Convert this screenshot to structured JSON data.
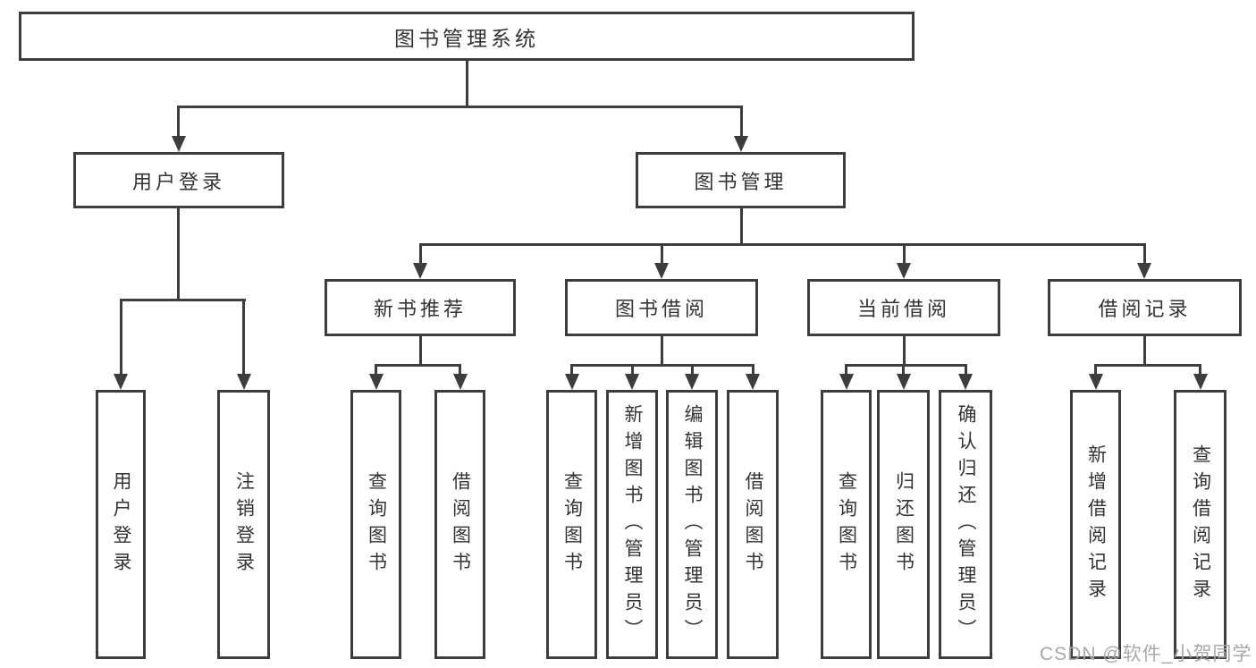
{
  "diagram": {
    "root": "图书管理系统",
    "level2": [
      "用户登录",
      "图书管理"
    ],
    "level3": [
      "新书推荐",
      "图书借阅",
      "当前借阅",
      "借阅记录"
    ],
    "leaves": {
      "login": [
        "用户登录",
        "注销登录"
      ],
      "recommend": [
        "查询图书",
        "借阅图书"
      ],
      "borrow": [
        "查询图书",
        "新增图书（管理员）",
        "编辑图书（管理员）",
        "借阅图书"
      ],
      "current": [
        "查询图书",
        "归还图书",
        "确认归还（管理员）"
      ],
      "record": [
        "新增借阅记录",
        "查询借阅记录"
      ]
    }
  },
  "watermark": "CSDN @软件_小贺同学",
  "colors": {
    "line": "#3d3d3d",
    "text": "#333333",
    "watermark": "#a8a8a8",
    "background": "#ffffff"
  }
}
